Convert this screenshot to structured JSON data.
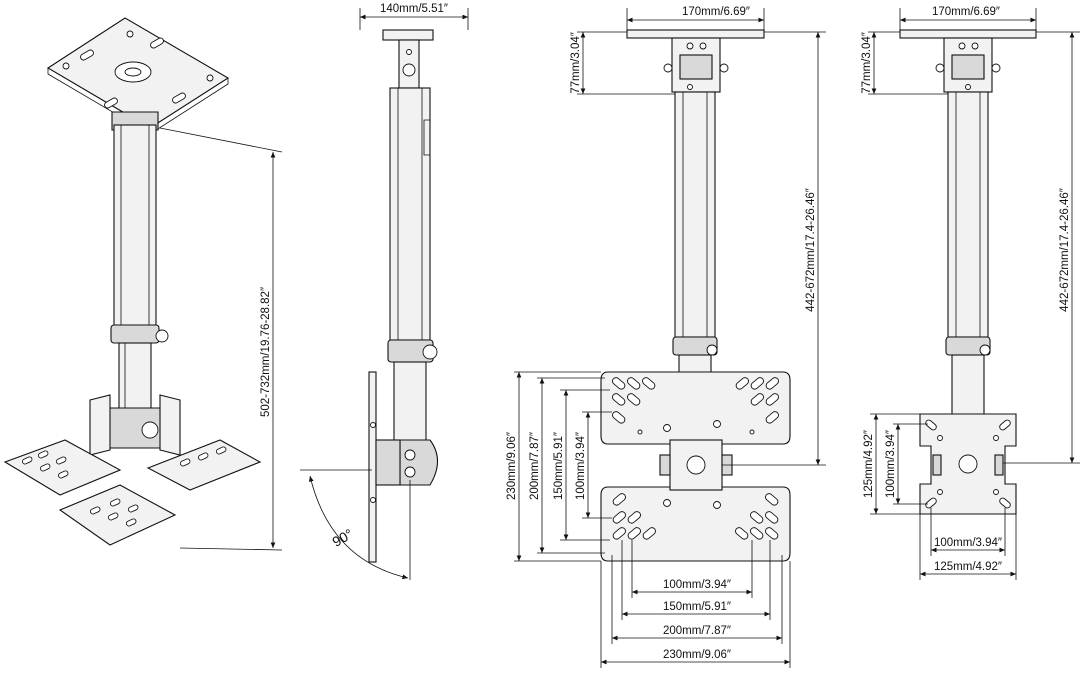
{
  "view1": {
    "height": "502-732mm/19.76-28.82″"
  },
  "view2": {
    "top_width": "140mm/5.51″",
    "angle": "90°"
  },
  "view3": {
    "top_width": "170mm/6.69″",
    "top_height": "77mm/3.04″",
    "height": "442-672mm/17.4-26.46″",
    "vertical": [
      "230mm/9.06″",
      "200mm/7.87″",
      "150mm/5.91″",
      "100mm/3.94″"
    ],
    "horizontal": [
      "100mm/3.94″",
      "150mm/5.91″",
      "200mm/7.87″",
      "230mm/9.06″"
    ]
  },
  "view4": {
    "top_width": "170mm/6.69″",
    "top_height": "77mm/3.04″",
    "height": "442-672mm/17.4-26.46″",
    "vertical": [
      "125mm/4.92″",
      "100mm/3.94″"
    ],
    "horizontal": [
      "100mm/3.94″",
      "125mm/4.92″"
    ]
  }
}
